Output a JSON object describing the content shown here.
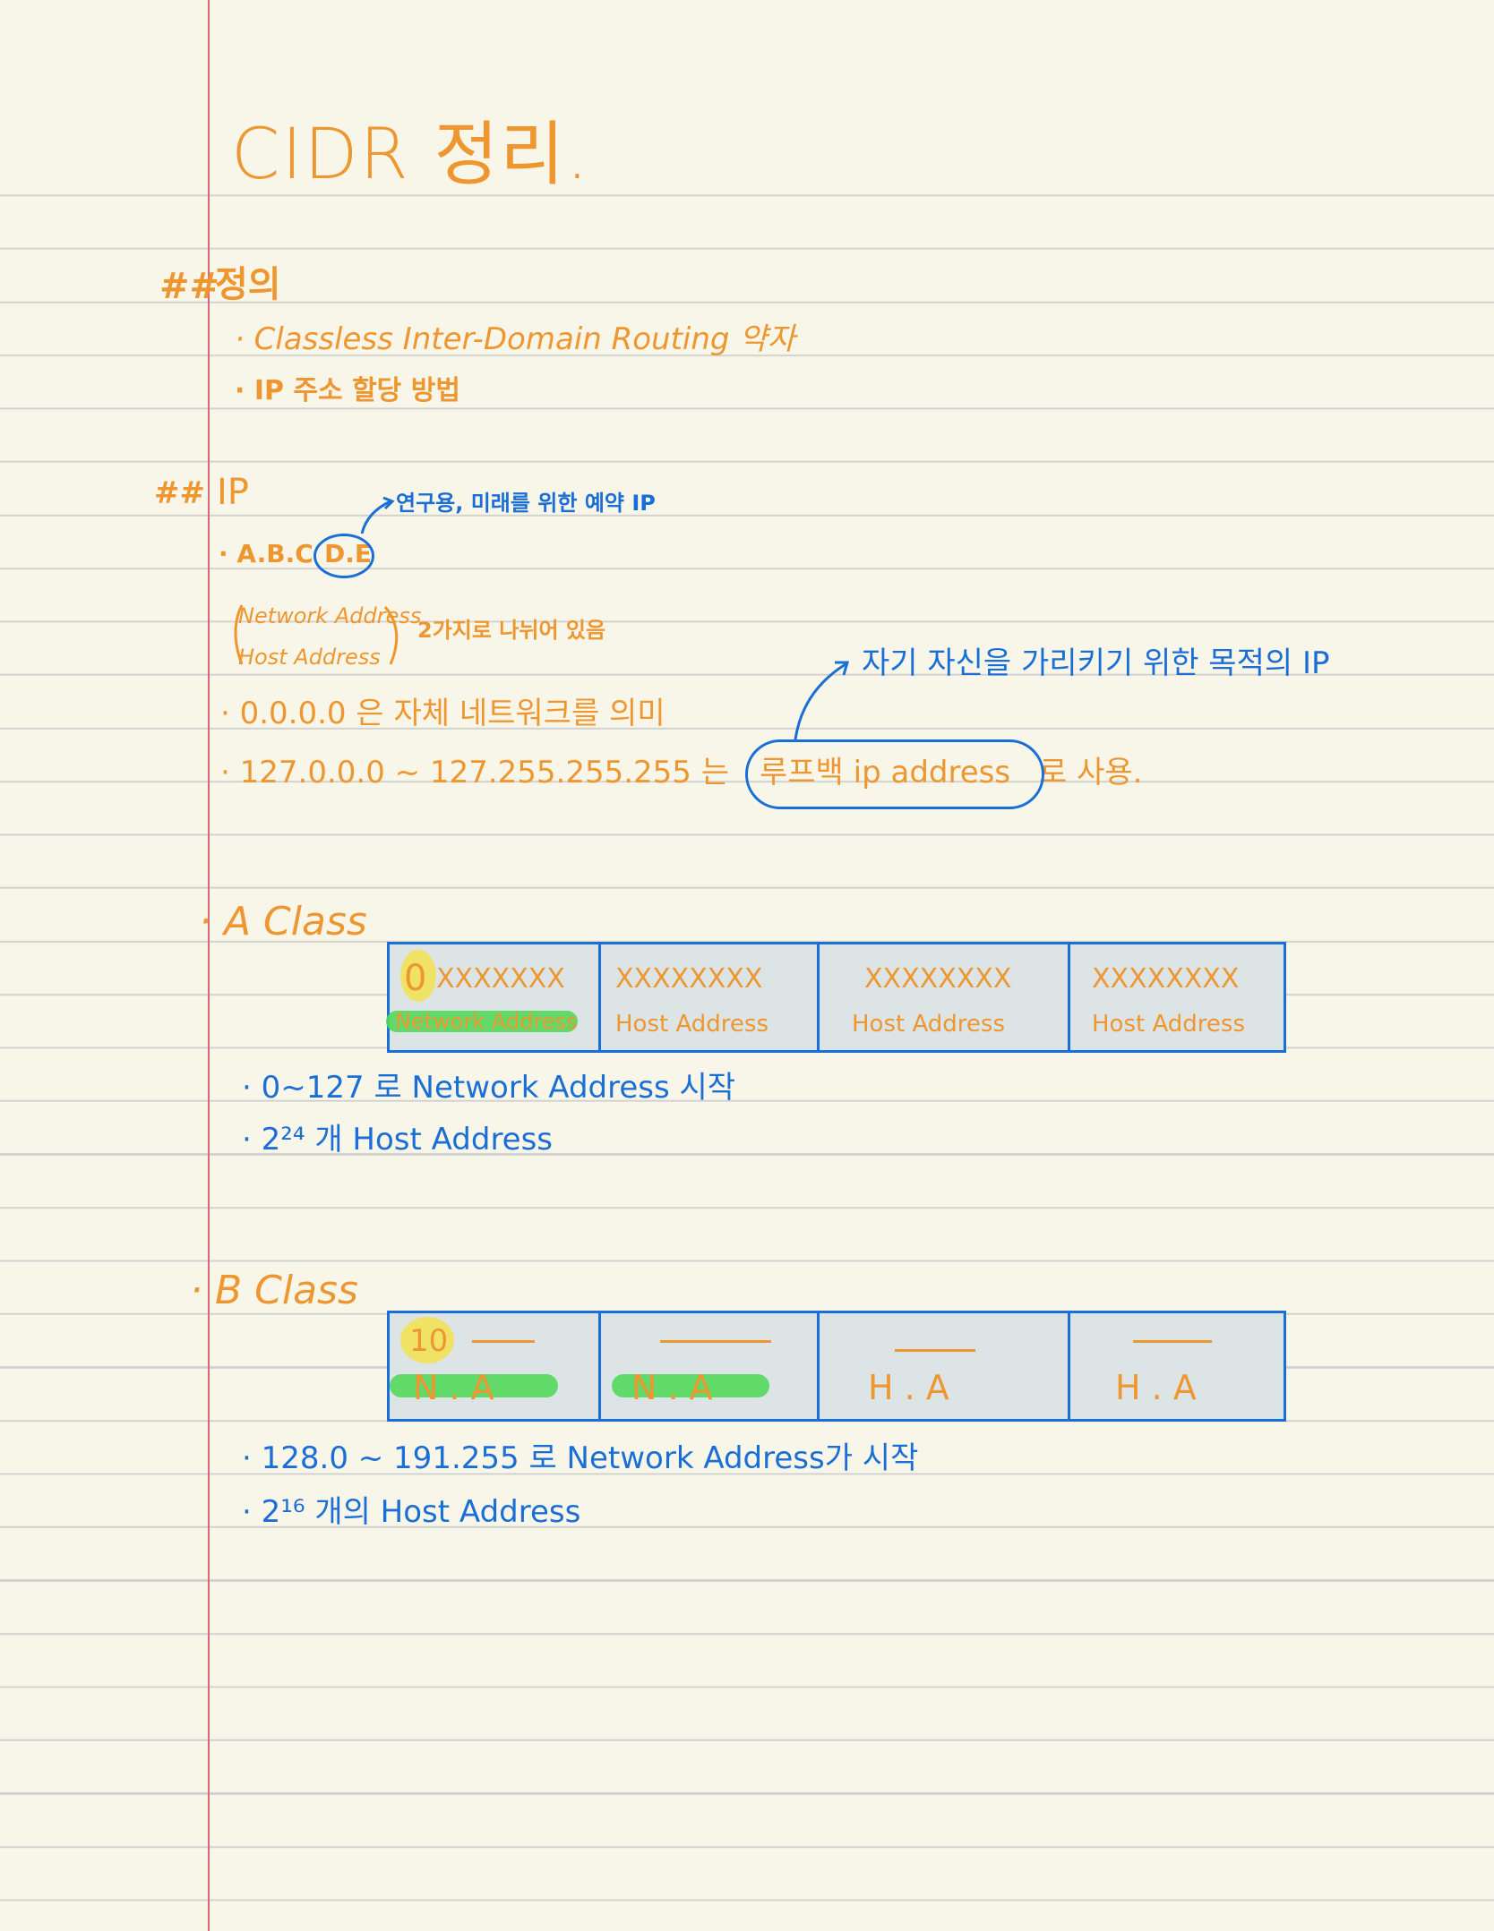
{
  "title": "CIDR 정리.",
  "definition": {
    "marker": "##",
    "heading": "정의",
    "items": [
      "· Classless Inter-Domain Routing 약자",
      "· IP 주소 할당 방법"
    ]
  },
  "ip": {
    "marker": "##",
    "heading": "IP",
    "classes_line": "· A.B.C",
    "classes_circled": "D.E",
    "reserved_note": "연구용, 미래를 위한 예약 IP",
    "network_address": "Network Address",
    "host_address": "Host Address",
    "split_note": "2가지로 나뉘어 있음",
    "zero_line": "· 0.0.0.0 은 자체 네트워크를 의미",
    "loopback_range": "· 127.0.0.0 ~ 127.255.255.255 는",
    "loopback_circled": "루프백 ip address",
    "loopback_suffix": "로 사용.",
    "loopback_note": "자기 자신을 가리키기 위한 목적의 IP"
  },
  "class_a": {
    "label": "· A Class",
    "cells": [
      {
        "top_highlight": "0",
        "top": "XXXXXXX",
        "bottom": "Network Address"
      },
      {
        "top": "XXXXXXXX",
        "bottom": "Host Address"
      },
      {
        "top": "XXXXXXXX",
        "bottom": "Host Address"
      },
      {
        "top": "XXXXXXXX",
        "bottom": "Host Address"
      }
    ],
    "notes": [
      "· 0~127 로 Network Address 시작",
      "· 2²⁴ 개 Host Address"
    ]
  },
  "class_b": {
    "label": "· B Class",
    "cells": [
      {
        "top_highlight": "10",
        "bottom": "N . A"
      },
      {
        "bottom": "N . A"
      },
      {
        "bottom": "H . A"
      },
      {
        "bottom": "H . A"
      }
    ],
    "notes": [
      "· 128.0 ~ 191.255 로 Network Address가 시작",
      "· 2¹⁶ 개의 Host Address"
    ]
  },
  "colors": {
    "paper": "#f8f5e9",
    "rule_line": "#cfd0cf",
    "margin_line": "#d96a75",
    "orange_ink": "#ee9731",
    "blue_ink": "#1a6fd6",
    "highlight_yellow": "#f3e24d",
    "highlight_green": "#54d85b",
    "table_fill": "#dce4e6"
  }
}
